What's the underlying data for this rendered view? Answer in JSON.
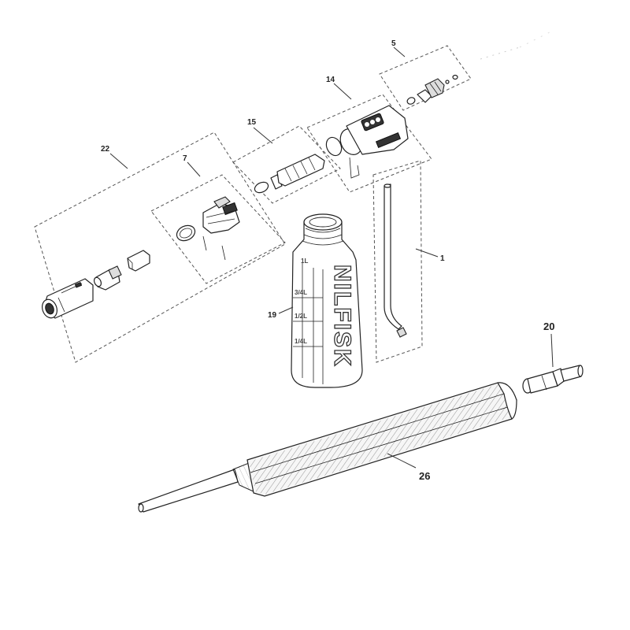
{
  "callouts": {
    "p1": "1",
    "p5": "5",
    "p7": "7",
    "p14": "14",
    "p15": "15",
    "p19": "19",
    "p20": "20",
    "p22": "22",
    "p26": "26"
  },
  "bottle": {
    "logo": "NILFISK",
    "graduations": [
      "3/4L",
      "1/2L",
      "1/4L"
    ],
    "top_mark": "1L"
  }
}
